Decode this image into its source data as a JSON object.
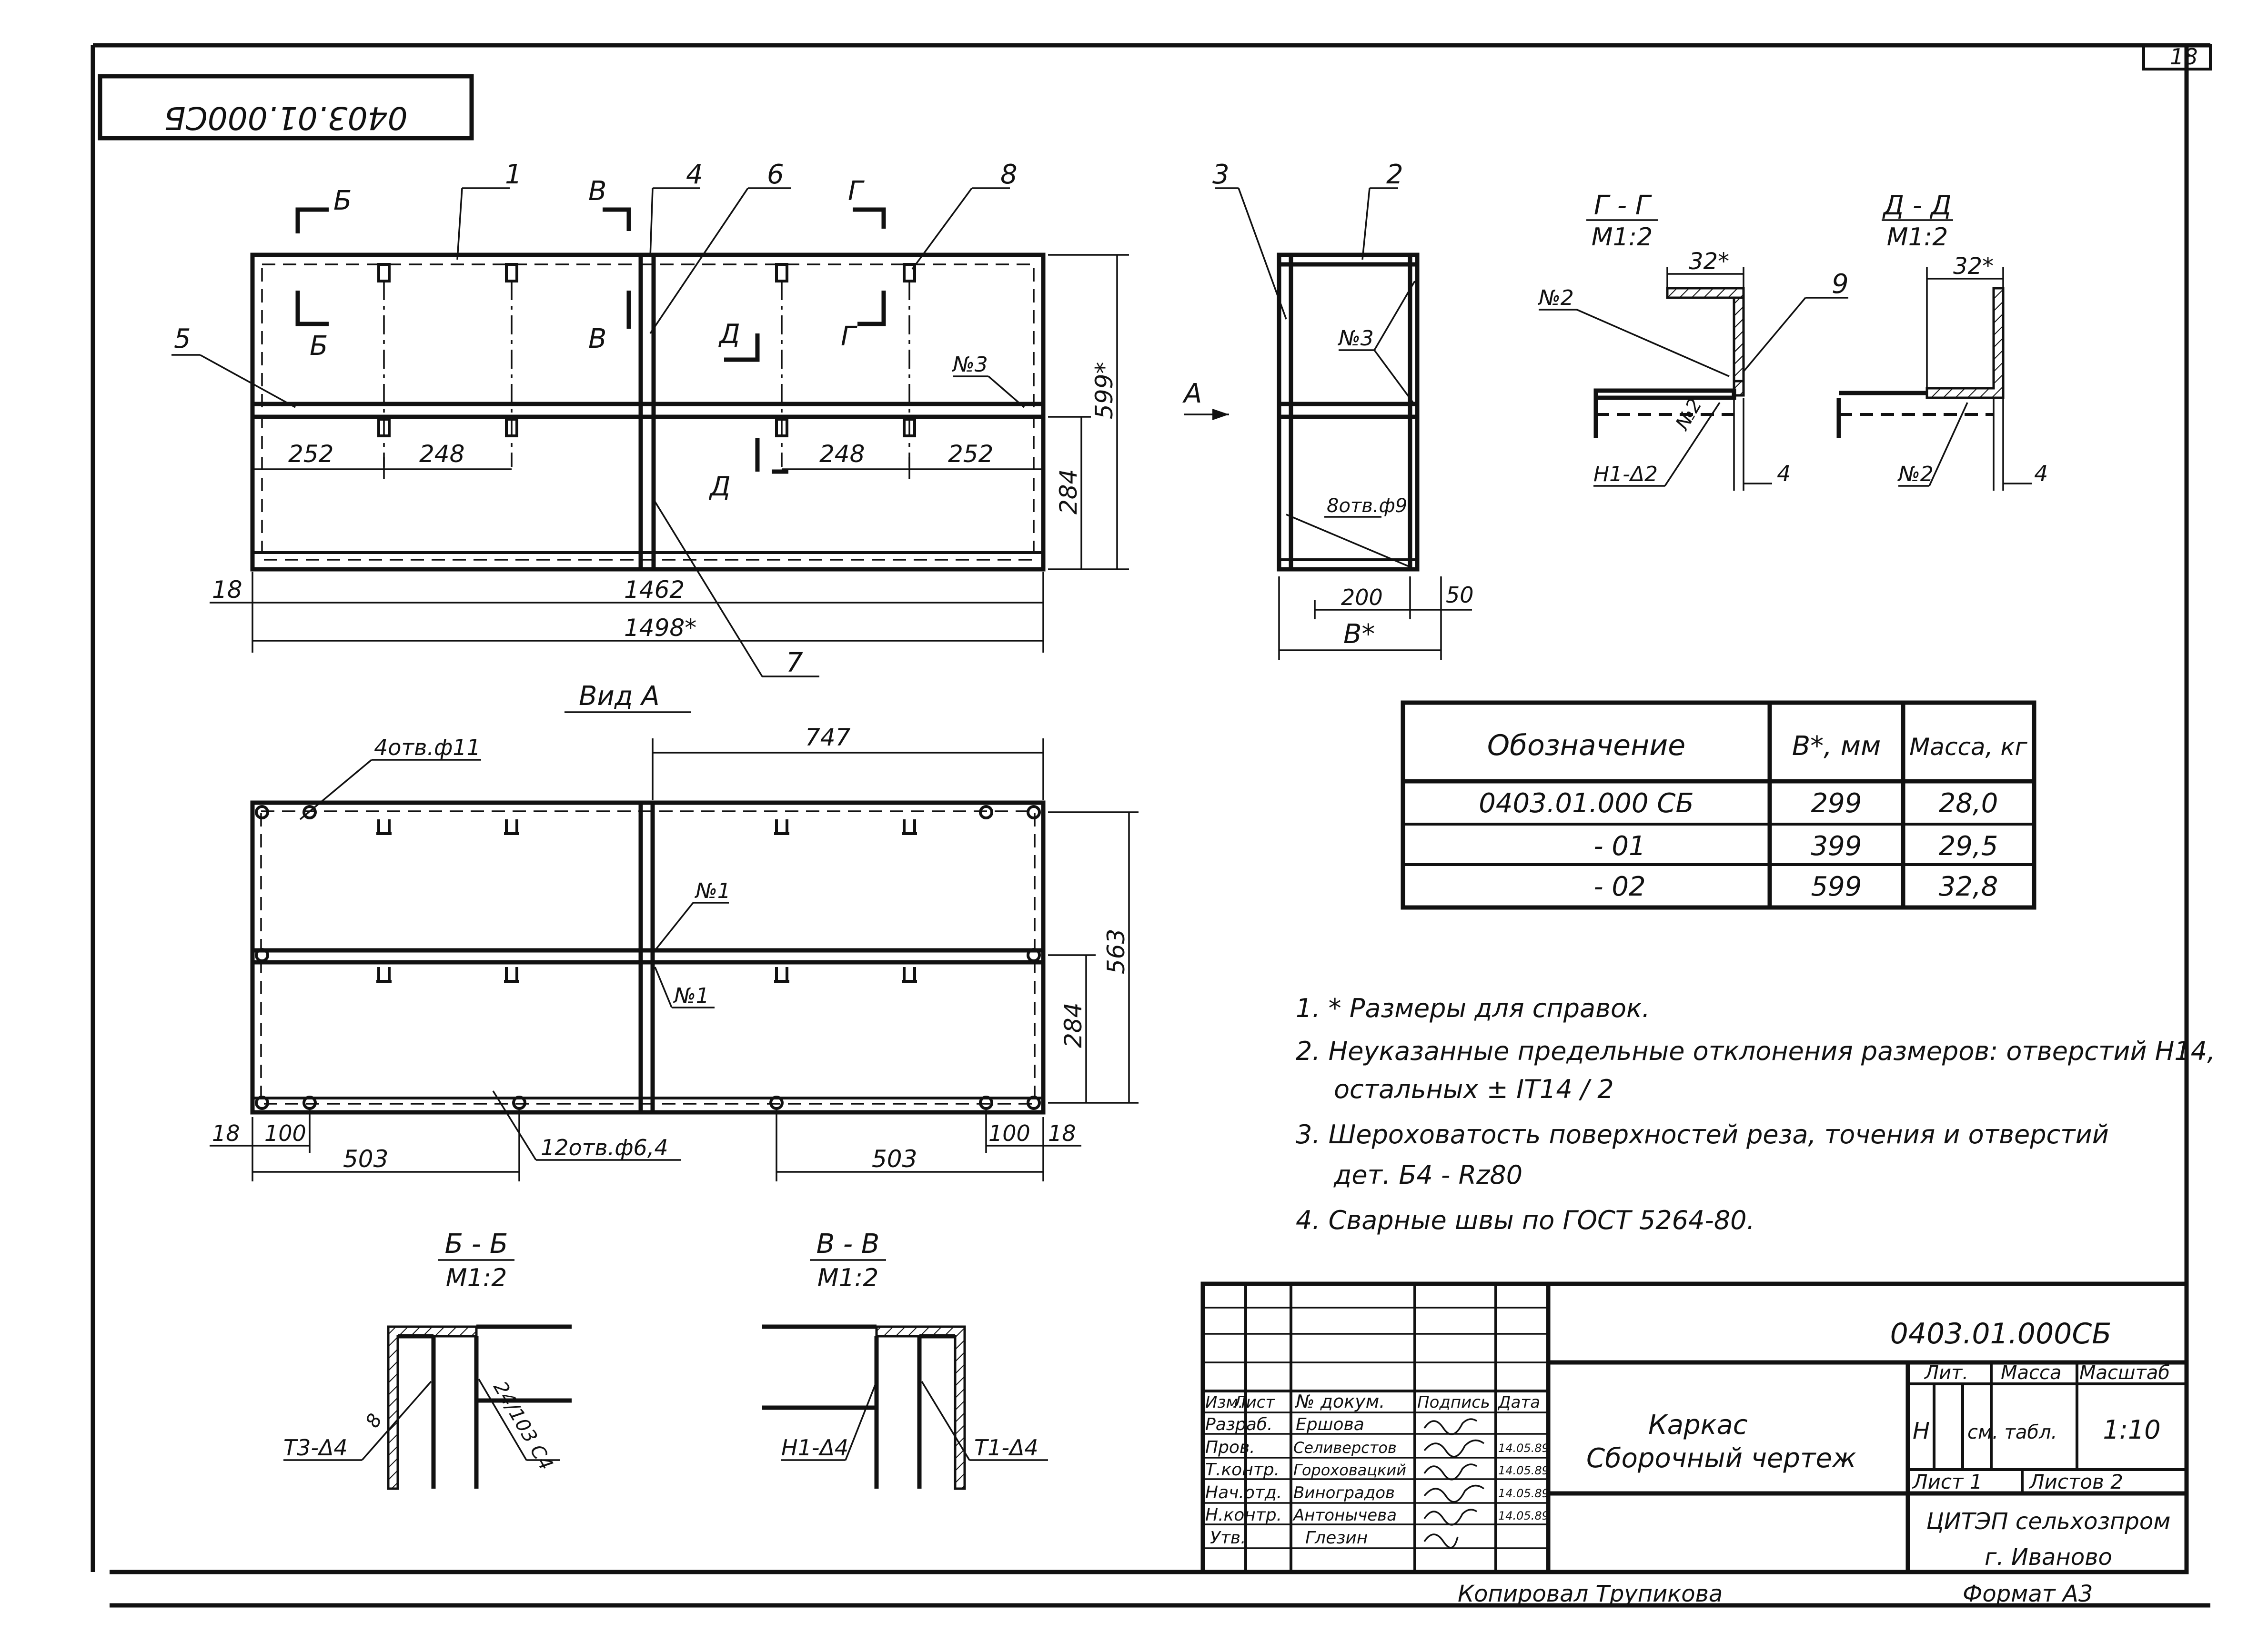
{
  "sheet": {
    "number": "18",
    "corner_code": "0403.01.000СБ",
    "copied_by": "Копировал Трупикова",
    "format": "Формат А3"
  },
  "main_view": {
    "callouts": [
      "1",
      "2",
      "3",
      "4",
      "5",
      "6",
      "7",
      "8",
      "9"
    ],
    "section_marks": {
      "b": "Б",
      "v": "В",
      "g": "Г",
      "d": "Д",
      "view_arrow": "А"
    },
    "weld_notes": {
      "n1": "№1",
      "n2": "№2",
      "n3": "№3"
    },
    "dims": {
      "d252": "252",
      "d248": "248",
      "d1462": "1462",
      "d1498": "1498*",
      "d599": "599*",
      "d284": "284",
      "d18": "18",
      "d200": "200",
      "d50": "50",
      "dB": "В*",
      "holes9": "8отв.ф9"
    }
  },
  "view_a": {
    "title": "Вид А",
    "holes11": "4отв.ф11",
    "holes64": "12отв.ф6,4",
    "dims": {
      "d747": "747",
      "d563": "563",
      "d284": "284",
      "d503": "503",
      "d100": "100",
      "d18": "18"
    }
  },
  "sections": {
    "gg": {
      "title": "Г - Г",
      "scale": "М1:2",
      "dim": "32*",
      "weld1": "Н1-Δ2",
      "weld_n2": "№2",
      "thick": "4"
    },
    "dd": {
      "title": "Д - Д",
      "scale": "М1:2",
      "dim": "32*",
      "weld_n2": "№2",
      "thick": "4"
    },
    "bb": {
      "title": "Б - Б",
      "scale": "М1:2",
      "weld": "Т3-Δ4",
      "weld2": "24/103 С4",
      "leg": "8"
    },
    "vv": {
      "title": "В - В",
      "scale": "М1:2",
      "weld": "Н1-Δ4",
      "weld2": "Т1-Δ4"
    }
  },
  "variants_table": {
    "headers": [
      "Обозначение",
      "В*, мм",
      "Масса, кг"
    ],
    "rows": [
      [
        "0403.01.000 СБ",
        "299",
        "28,0"
      ],
      [
        "- 01",
        "399",
        "29,5"
      ],
      [
        "- 02",
        "599",
        "32,8"
      ]
    ]
  },
  "notes": [
    "1. * Размеры для справок.",
    "2. Неуказанные предельные отклонения размеров: отверстий Н14,",
    "остальных ± IT14 / 2",
    "3. Шероховатость поверхностей реза, точения и отверстий",
    "дет. Б4 - Rz80",
    "4. Сварные швы по ГОСТ 5264-80."
  ],
  "title_block": {
    "code": "0403.01.000СБ",
    "name_line1": "Каркас",
    "name_line2": "Сборочный чертеж",
    "col_headers": [
      "Изм.",
      "Лист",
      "№ докум.",
      "Подпись",
      "Дата"
    ],
    "roles": [
      "Разраб.",
      "Пров.",
      "Т.контр.",
      "Нач.отд.",
      "Н.контр.",
      "Утв."
    ],
    "names": [
      "Ершова",
      "Селиверстов",
      "Гороховацкий",
      "Виноградов",
      "Антонычева",
      "Глезин"
    ],
    "dates": [
      "",
      "14.05.89",
      "14.05.89",
      "14.05.89",
      "14.05.89",
      ""
    ],
    "lit_label": "Лит.",
    "mass_label": "Масса",
    "scale_label": "Масштаб",
    "lit_value": "Н",
    "mass_value": "см. табл.",
    "scale_value": "1:10",
    "sheet_label": "Лист 1",
    "sheets_label": "Листов 2",
    "org_line1": "ЦИТЭП сельхозпром",
    "org_line2": "г. Иваново"
  }
}
